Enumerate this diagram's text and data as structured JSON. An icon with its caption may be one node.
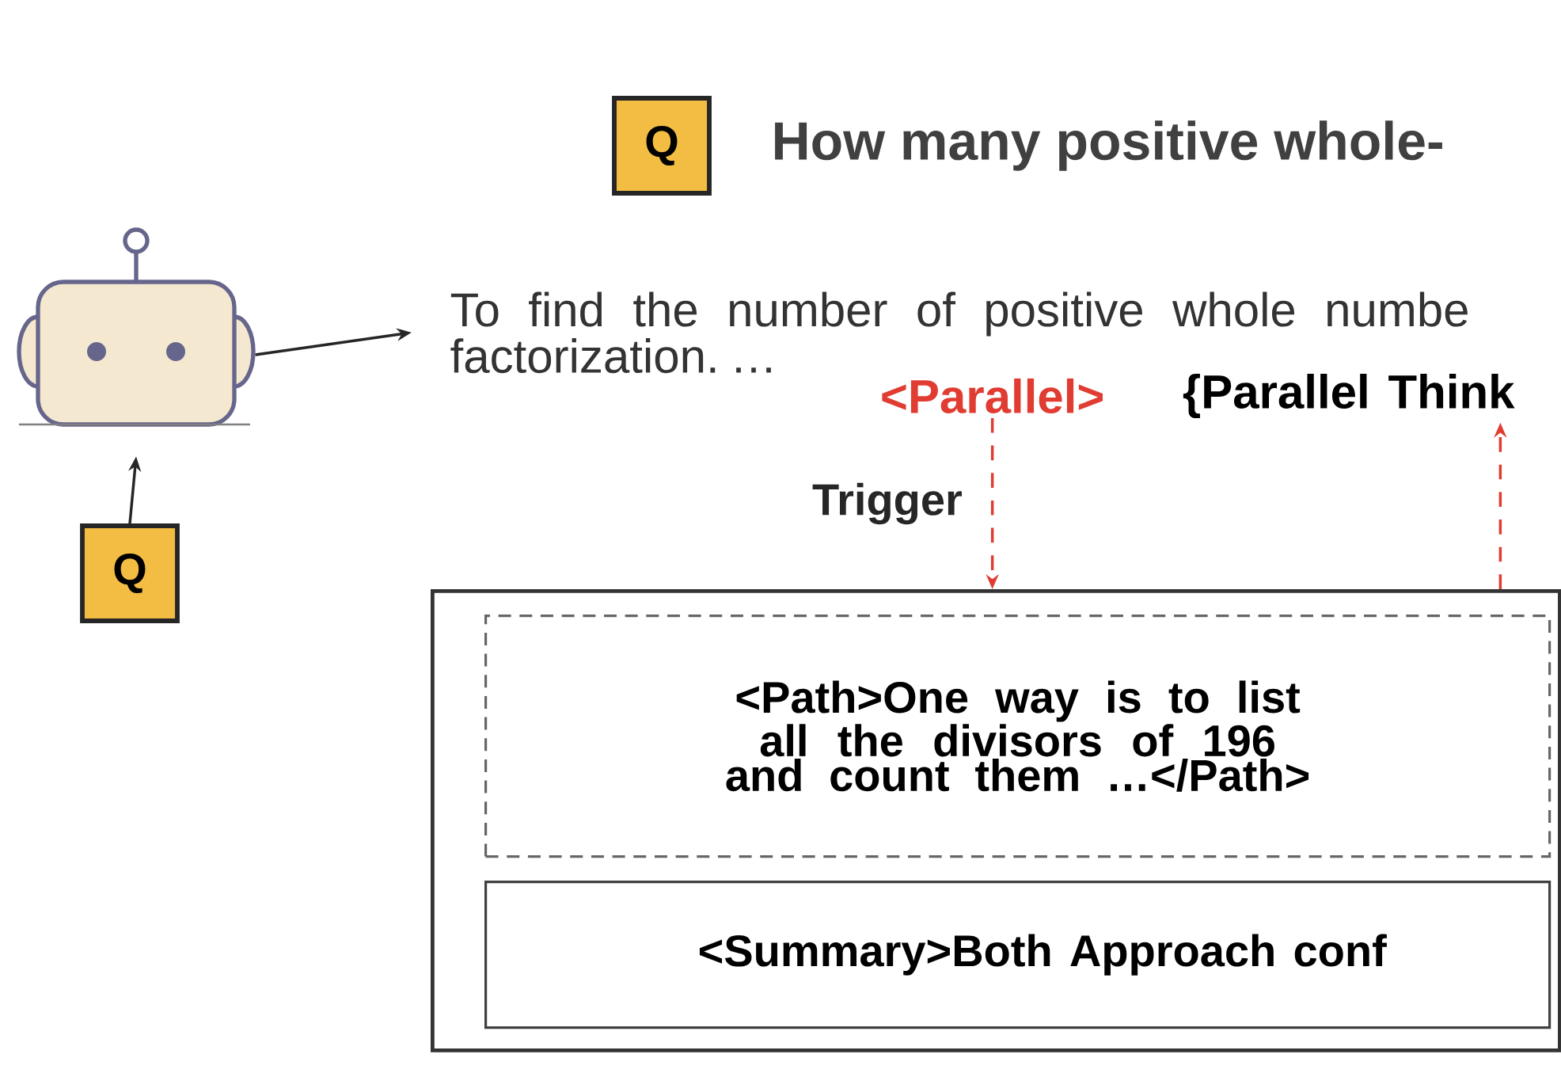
{
  "diagram": {
    "nodes": [
      {
        "text": [
          "Q"
        ],
        "beside": [
          "How many positive whole-"
        ]
      },
      {
        "text": [],
        "shape": "robot"
      },
      {
        "text": [
          "Q"
        ]
      },
      {
        "text": [
          "To find the number of positive whole numbe factorization. …"
        ]
      },
      {
        "text": [
          "<Parallel>"
        ]
      },
      {
        "text": [
          "{Parallel Think"
        ]
      },
      {
        "text": [],
        "shape": "box"
      },
      {
        "text": [
          "<Path>One way is to list all the divisors of 196 and count them …</Path>"
        ],
        "in": 6
      },
      {
        "text": [
          "<Summary>Both Approach conf"
        ],
        "in": 6
      }
    ],
    "edges": [
      {
        "from": 2,
        "to": 1,
        "arrow": "to"
      },
      {
        "from": 1,
        "to": 3,
        "arrow": "to"
      },
      {
        "from": 4,
        "to": 6,
        "arrow": "to",
        "label": "Trigger",
        "style": "dashed",
        "color": "#e03c31"
      },
      {
        "from": 6,
        "to": 5,
        "arrow": "to",
        "style": "dashed",
        "color": "#e03c31"
      }
    ]
  }
}
